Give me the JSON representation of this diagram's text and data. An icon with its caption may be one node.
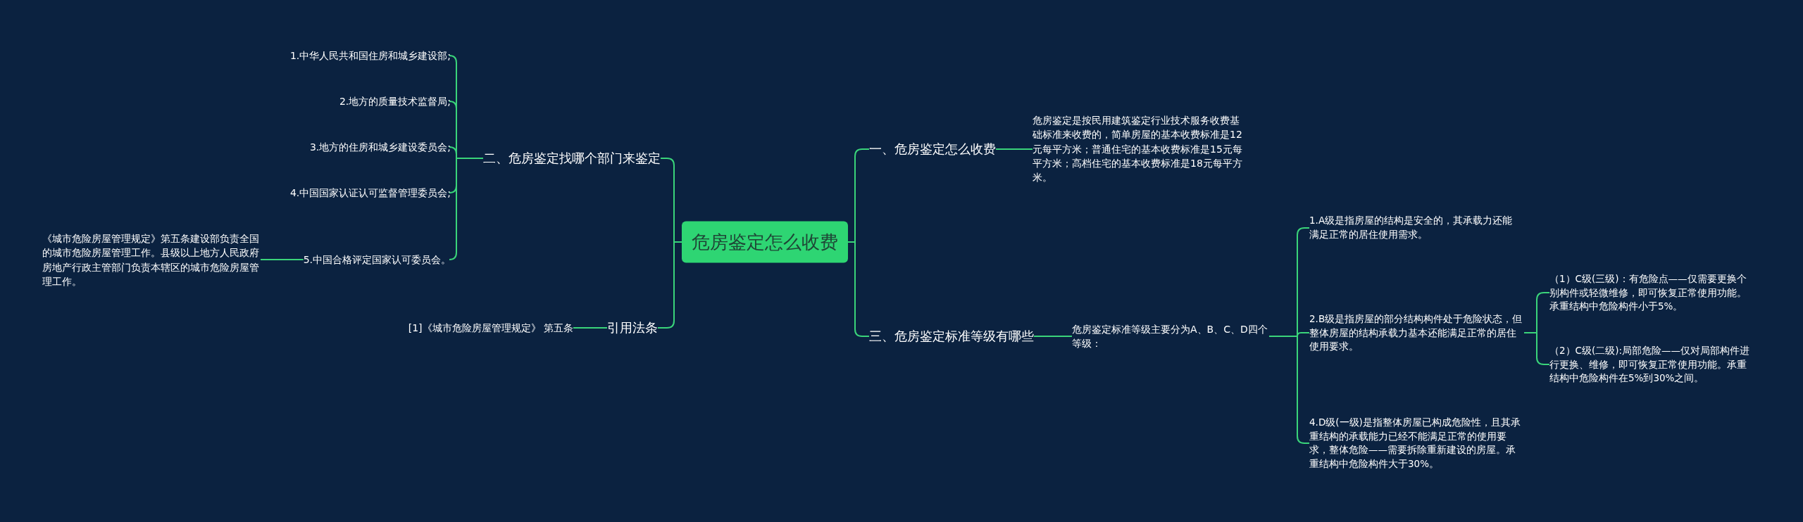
{
  "diagram": {
    "nodes": [
      {
        "text": [
          "危房鉴定怎么收费"
        ]
      },
      {
        "text": [
          "二、危房鉴定找哪个部门来鉴定"
        ]
      },
      {
        "text": [
          "1.中华人民共和国住房和城乡建设部;"
        ]
      },
      {
        "text": [
          "2.地方的质量技术监督局;"
        ]
      },
      {
        "text": [
          "3.地方的住房和城乡建设委员会;"
        ]
      },
      {
        "text": [
          "4.中国国家认证认可监督管理委员会;"
        ]
      },
      {
        "text": [
          "5.中国合格评定国家认可委员会。"
        ]
      },
      {
        "text": [
          "《城市危险房屋管理规定》第五条建设部负责全国的城市危险房屋管理工作。县级以上地方人民政府房地产行政主管部门负责本辖区的城市危险房屋管理工作。"
        ]
      },
      {
        "text": [
          "引用法条"
        ]
      },
      {
        "text": [
          "[1]《城市危险房屋管理规定》 第五条"
        ]
      },
      {
        "text": [
          "一、危房鉴定怎么收费"
        ]
      },
      {
        "text": [
          "危房鉴定是按民用建筑鉴定行业技术服务收费基础标准来收费的，简单房屋的基本收费标准是12元每平方米；普通住宅的基本收费标准是15元每平方米；高档住宅的基本收费标准是18元每平方米。"
        ]
      },
      {
        "text": [
          "三、危房鉴定标准等级有哪些"
        ]
      },
      {
        "text": [
          "危房鉴定标准等级主要分为A、B、C、D四个等级："
        ]
      },
      {
        "text": [
          "1.A级是指房屋的结构是安全的，其承载力还能满足正常的居住使用需求。"
        ]
      },
      {
        "text": [
          "2.B级是指房屋的部分结构构件处于危险状态，但整体房屋的结构承载力基本还能满足正常的居住使用要求。"
        ]
      },
      {
        "text": [
          "（1）C级(三级)：有危险点——仅需要更换个别构件或轻微维修，即可恢复正常使用功能。承重结构中危险构件小于5%。"
        ]
      },
      {
        "text": [
          "（2）C级(二级):局部危险——仅对局部构件进行更换、维修，即可恢复正常使用功能。承重结构中危险构件在5%到30%之间。"
        ]
      },
      {
        "text": [
          "4.D级(一级)是指整体房屋已构成危险性，且其承重结构的承载能力已经不能满足正常的使用要求，整体危险——需要拆除重新建设的房屋。承重结构中危险构件大于30%。"
        ]
      }
    ],
    "edges": [
      {
        "from": 0,
        "to": 10,
        "arrow": "none"
      },
      {
        "from": 0,
        "to": 12,
        "arrow": "none"
      },
      {
        "from": 0,
        "to": 1,
        "arrow": "none"
      },
      {
        "from": 0,
        "to": 8,
        "arrow": "none"
      },
      {
        "from": 1,
        "to": 2,
        "arrow": "none"
      },
      {
        "from": 1,
        "to": 3,
        "arrow": "none"
      },
      {
        "from": 1,
        "to": 4,
        "arrow": "none"
      },
      {
        "from": 1,
        "to": 5,
        "arrow": "none"
      },
      {
        "from": 1,
        "to": 6,
        "arrow": "none"
      },
      {
        "from": 6,
        "to": 7,
        "arrow": "none"
      },
      {
        "from": 8,
        "to": 9,
        "arrow": "none"
      },
      {
        "from": 10,
        "to": 11,
        "arrow": "none"
      },
      {
        "from": 12,
        "to": 13,
        "arrow": "none"
      },
      {
        "from": 13,
        "to": 14,
        "arrow": "none"
      },
      {
        "from": 13,
        "to": 15,
        "arrow": "none"
      },
      {
        "from": 13,
        "to": 18,
        "arrow": "none"
      },
      {
        "from": 15,
        "to": 16,
        "arrow": "none"
      },
      {
        "from": 15,
        "to": 17,
        "arrow": "none"
      }
    ]
  }
}
